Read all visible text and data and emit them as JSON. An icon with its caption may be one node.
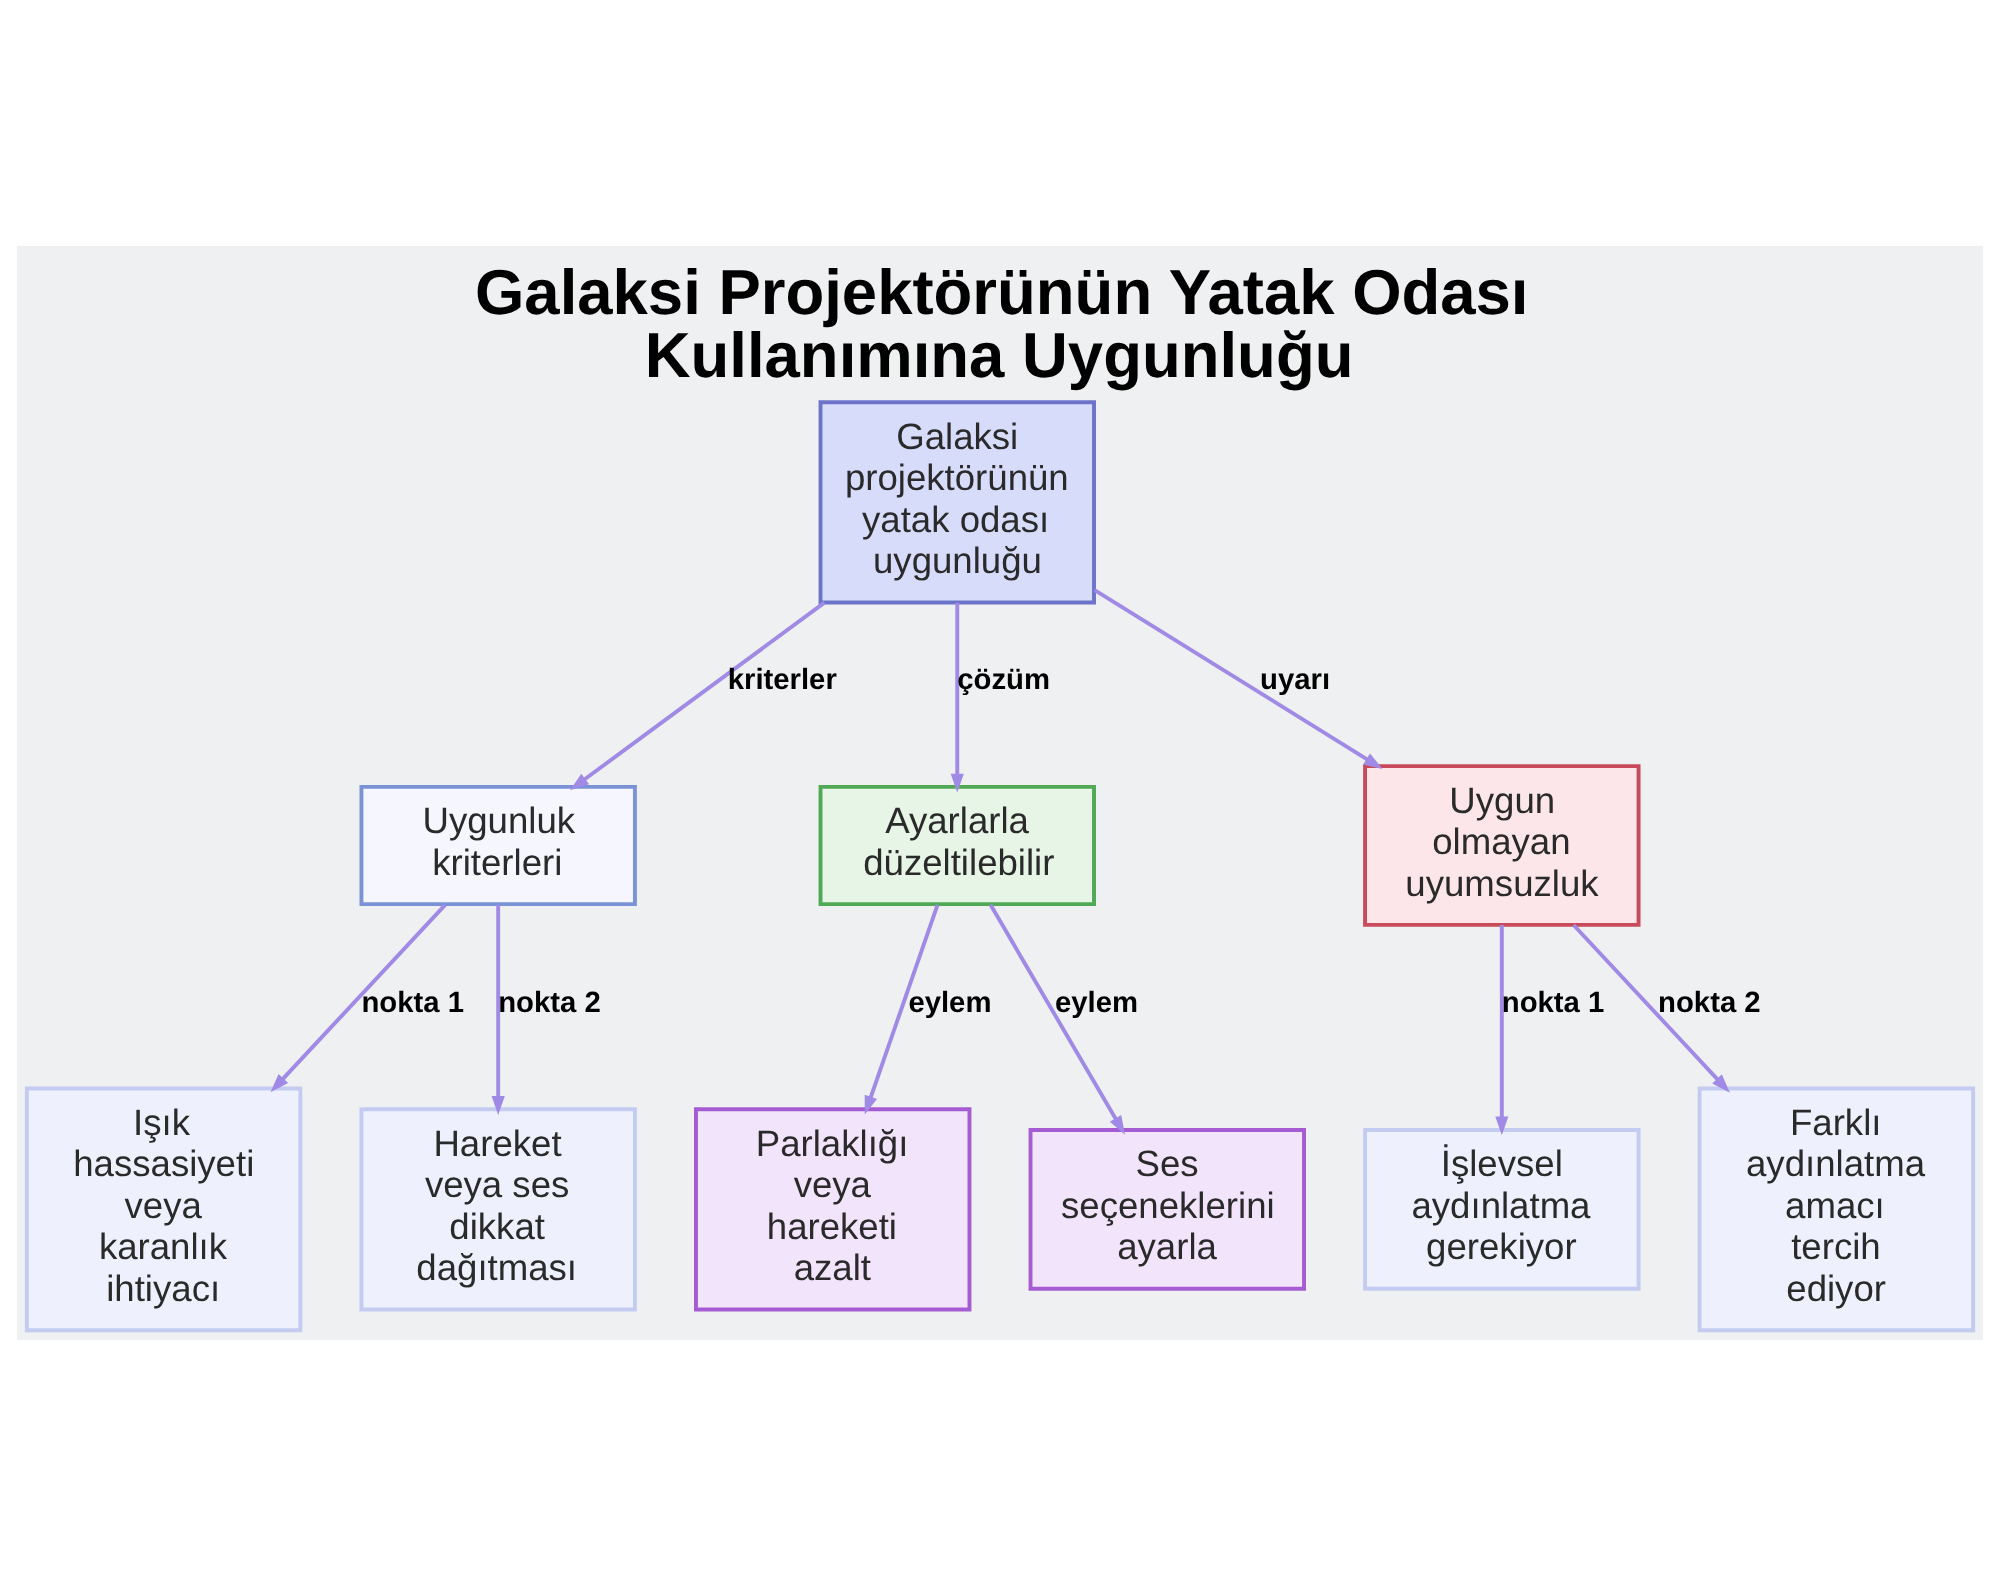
{
  "diagram": {
    "title": "Galaksi Projektörünün Yatak Odası Kullanımına Uygunluğu",
    "nodes": [
      {
        "text": [
          "Galaksi projektörünün yatak odası uygunluğu"
        ]
      },
      {
        "text": [
          "Uygunluk kriterleri"
        ]
      },
      {
        "text": [
          "Ayarlarla düzeltilebilir"
        ]
      },
      {
        "text": [
          "Uygun olmayan uyumsuzluk"
        ]
      },
      {
        "text": [
          "Işık hassasiyeti veya karanlık ihtiyacı"
        ]
      },
      {
        "text": [
          "Hareket veya ses dikkat dağıtması"
        ]
      },
      {
        "text": [
          "Parlaklığı veya hareketi azalt"
        ]
      },
      {
        "text": [
          "Ses seçeneklerini ayarla"
        ]
      },
      {
        "text": [
          "İşlevsel aydınlatma gerekiyor"
        ]
      },
      {
        "text": [
          "Farklı aydınlatma amacı tercih ediyor"
        ]
      }
    ],
    "edges": [
      {
        "from": 0,
        "to": 1,
        "arrow": "to",
        "label": "kriterler"
      },
      {
        "from": 0,
        "to": 2,
        "arrow": "to",
        "label": "çözüm"
      },
      {
        "from": 0,
        "to": 3,
        "arrow": "to",
        "label": "uyarı"
      },
      {
        "from": 1,
        "to": 4,
        "arrow": "to",
        "label": "nokta 1"
      },
      {
        "from": 1,
        "to": 5,
        "arrow": "to",
        "label": "nokta 2"
      },
      {
        "from": 2,
        "to": 6,
        "arrow": "to",
        "label": "eylem"
      },
      {
        "from": 2,
        "to": 7,
        "arrow": "to",
        "label": "eylem"
      },
      {
        "from": 3,
        "to": 8,
        "arrow": "to",
        "label": "nokta 1"
      },
      {
        "from": 3,
        "to": 9,
        "arrow": "to",
        "label": "nokta 2"
      }
    ]
  }
}
